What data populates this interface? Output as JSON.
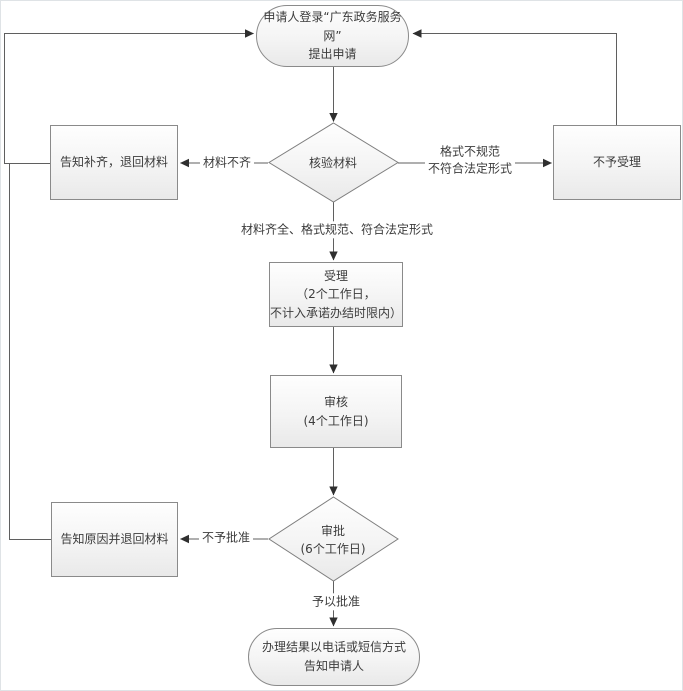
{
  "diagram": {
    "title": "Guangdong government service application approval flowchart",
    "colors": {
      "shape_border": "#8a8a8a",
      "shape_fill_top": "#fefefe",
      "shape_fill_bottom": "#e9e9e9",
      "line": "#5f5f5f",
      "arrowhead": "#2f2f2f",
      "text": "#3c3c3c"
    },
    "nodes": {
      "start": "申请人登录“广东政务服务网”\n提出申请",
      "check_materials": "核验材料",
      "notify_supplement": "告知补齐，退回材料",
      "reject": "不予受理",
      "accept": "受理\n（2个工作日，\n不计入承诺办结时限内）",
      "review": "审核\n(4个工作日)",
      "approval": "审批\n(6个工作日)",
      "notify_reason": "告知原因并退回材料",
      "end": "办理结果以电话或短信方式\n告知申请人"
    },
    "edge_labels": {
      "materials_incomplete": "材料不齐",
      "format_invalid": "格式不规范\n不符合法定形式",
      "materials_complete": "材料齐全、格式规范、符合法定形式",
      "not_approved": "不予批准",
      "approved": "予以批准"
    }
  }
}
